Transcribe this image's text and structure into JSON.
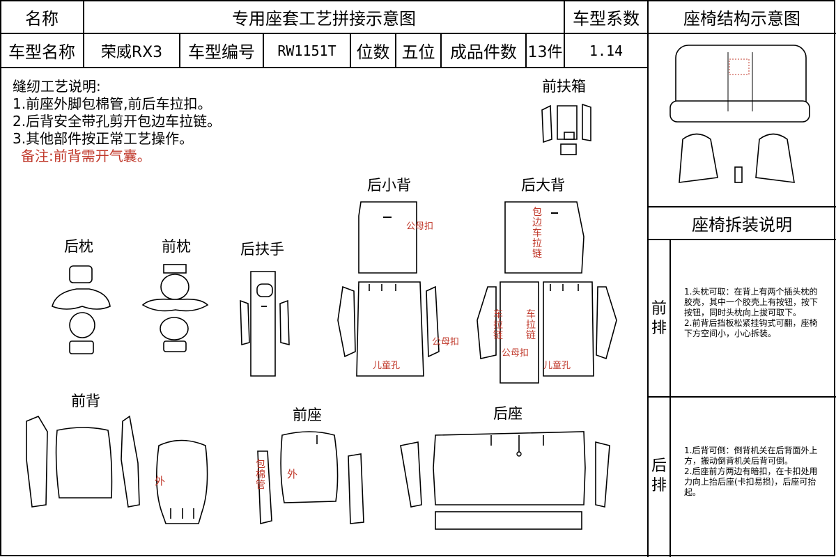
{
  "header": {
    "name_label": "名称",
    "title": "专用座套工艺拼接示意图",
    "coef_label": "车型系数",
    "struct_title": "座椅结构示意图",
    "model_name_label": "车型名称",
    "model_name": "荣威RX3",
    "model_code_label": "车型编号",
    "model_code": "RW1151T",
    "seats_label": "位数",
    "seats": "五位",
    "pieces_label": "成品件数",
    "pieces": "13件",
    "coef": "1.14"
  },
  "notes": {
    "title": "缝纫工艺说明:",
    "items": [
      "1.前座外脚包棉管,前后车拉扣。",
      "2.后背安全带孔剪开包边车拉链。",
      "3.其他部件按正常工艺操作。"
    ],
    "remark": "备注:前背需开气囊。"
  },
  "parts": {
    "front_armrest": "前扶箱",
    "rear_small_back": "后小背",
    "rear_big_back": "后大背",
    "rear_pillow": "后枕",
    "front_pillow": "前枕",
    "rear_armrest": "后扶手",
    "front_back": "前背",
    "front_seat": "前座",
    "rear_seat": "后座"
  },
  "annotations": {
    "male_female_buckle": "公母扣",
    "child_hole": "儿童孔",
    "outer": "外",
    "edge_zipper": [
      "包",
      "边",
      "车",
      "拉",
      "链"
    ],
    "zipper": [
      "车",
      "拉",
      "链"
    ],
    "cotton_tube": [
      "包",
      "棉",
      "管"
    ]
  },
  "side": {
    "disassembly_title": "座椅拆装说明",
    "front_row_label": [
      "前",
      "排"
    ],
    "front_row_text": "1.头枕可取：在背上有两个插头枕的胶壳，其中一个胶壳上有按钮，按下按钮，同时头枕向上拔可取下。\n2.前背后挡板松紧挂钩式可翻，座椅下方空间小，小心拆装。",
    "rear_row_label": [
      "后",
      "排"
    ],
    "rear_row_text": "1.后背可倒：倒背机关在后背面外上方，搬动倒背机关后背可倒。\n2.后座前方两边有暗扣，在卡扣处用力向上抬后座(卡扣易损)，后座可抬起。"
  }
}
